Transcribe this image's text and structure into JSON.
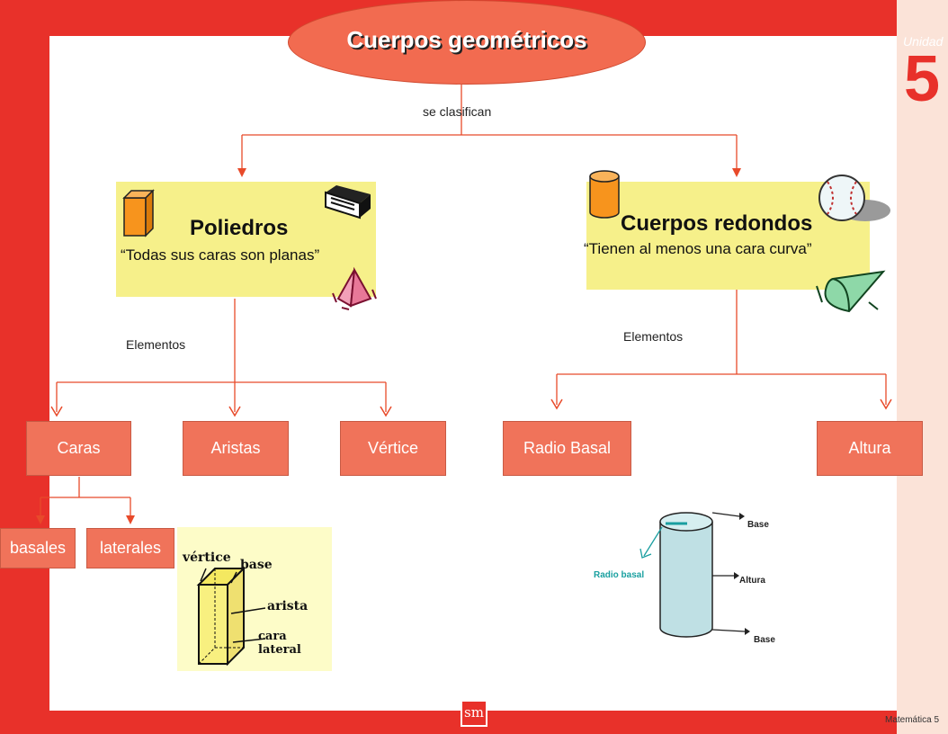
{
  "title": "Cuerpos geométricos",
  "relation_label": "se clasifican",
  "categories": [
    {
      "title": "Poliedros",
      "description": "“Todas sus caras son planas”",
      "elements_label": "Elementos",
      "elements": [
        "Caras",
        "Aristas",
        "Vértice"
      ]
    },
    {
      "title": "Cuerpos redondos",
      "description": "“Tienen al menos una cara curva”",
      "elements_label": "Elementos",
      "elements": [
        "Radio Basal",
        "Altura"
      ]
    }
  ],
  "caras_types": [
    "basales",
    "laterales"
  ],
  "prism_labels": {
    "vertex": "vértice",
    "base": "base",
    "edge": "arista",
    "lateral_face": "cara lateral"
  },
  "cylinder_labels": {
    "base_top": "Base",
    "height": "Altura",
    "base_bottom": "Base",
    "radius": "Radio basal"
  },
  "unit_badge": {
    "word": "Unidad",
    "number": "5"
  },
  "footer": {
    "publisher": "sm",
    "book": "Matemática 5"
  },
  "colors": {
    "frame": "#e8312a",
    "node_fill": "#f0735a",
    "category_fill": "#f6f08a",
    "connector": "#e84a2a",
    "title_fill": "#f26b50",
    "radius_label": "#1aa0a0"
  }
}
